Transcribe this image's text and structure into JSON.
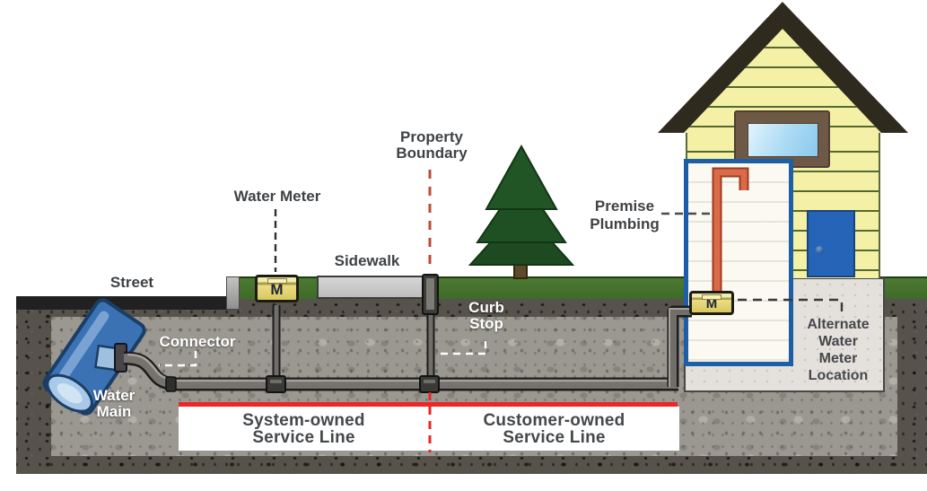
{
  "labels": {
    "street": "Street",
    "water_meter": "Water Meter",
    "sidewalk": "Sidewalk",
    "property_boundary": [
      "Property",
      "Boundary"
    ],
    "curb_stop": [
      "Curb",
      "Stop"
    ],
    "connector": "Connector",
    "water_main": [
      "Water",
      "Main"
    ],
    "premise_plumbing": [
      "Premise",
      "Plumbing"
    ],
    "alternate_meter": [
      "Alternate",
      "Water",
      "Meter",
      "Location"
    ],
    "system_owned": [
      "System-owned",
      "Service Line"
    ],
    "customer_owned": [
      "Customer-owned",
      "Service Line"
    ],
    "street_meter_badge": "M",
    "house_meter_badge": "M"
  },
  "colors": {
    "ownership_red_line": "#ee2426",
    "property_boundary_dash_above_ground": "#c04b35",
    "property_boundary_dash_below_ground": "#ee2426",
    "grass_green": "#4c7a31",
    "street_asphalt": "#212121",
    "water_main_blue": "#3a72b3",
    "house_siding_yellow": "#f4f1a6",
    "roof_brown": "#2e2a1d",
    "door_blue": "#2564b6",
    "premise_panel_blue": "#1e5ea6",
    "premise_pipe_orange": "#d96b49",
    "meter_yellow": "#e6d87c",
    "underground_dark": "#57534c",
    "underground_light": "#9b9892"
  }
}
